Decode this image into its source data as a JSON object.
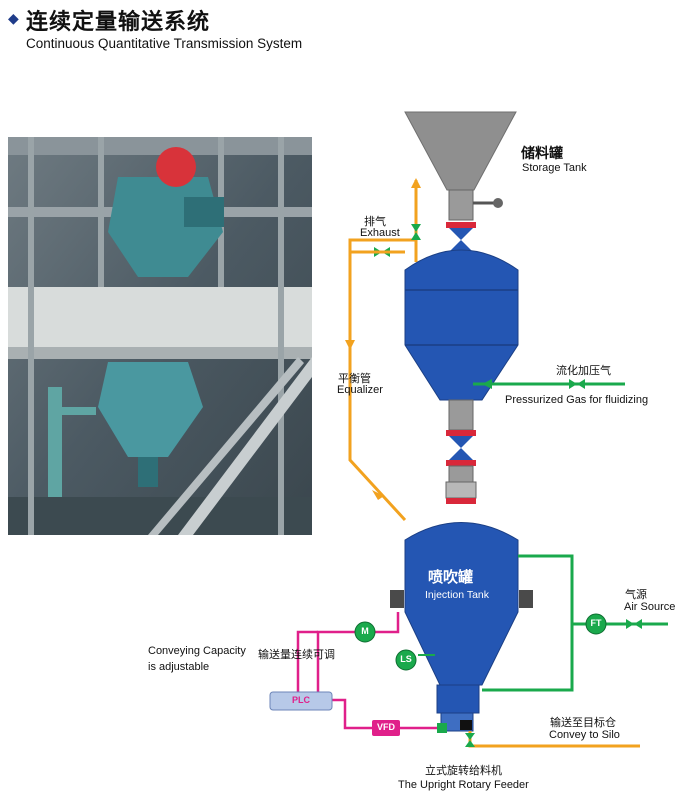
{
  "header": {
    "title_cn": "连续定量输送系统",
    "title_en": "Continuous Quantitative Transmission System"
  },
  "labels": {
    "storage_cn": "储料罐",
    "storage_en": "Storage Tank",
    "exhaust_cn": "排气",
    "exhaust_en": "Exhaust",
    "equalizer_cn": "平衡管",
    "equalizer_en": "Equalizer",
    "fluidize_cn": "流化加压气",
    "fluidize_en": "Pressurized Gas for fluidizing",
    "injection_cn": "喷吹罐",
    "injection_en": "Injection Tank",
    "air_cn": "气源",
    "air_en": "Air Source",
    "conveying_en_1": "Conveying Capacity",
    "conveying_en_2": "is adjustable",
    "conveying_cn": "输送量连续可调",
    "convey_silo_cn": "输送至目标仓",
    "convey_silo_en": "Convey to Silo",
    "feeder_cn": "立式旋转给料机",
    "feeder_en": "The Upright Rotary Feeder"
  },
  "badges": {
    "plc": "PLC",
    "vfd": "VFD",
    "m": "M",
    "ls": "LS",
    "ft": "FT"
  },
  "colors": {
    "tank_blue": "#2456b3",
    "pipe_orange": "#f2a21f",
    "pipe_green": "#1aa94c",
    "pipe_magenta": "#e0208a",
    "hopper_gray": "#8f8f8f",
    "flange_red": "#d9283a"
  }
}
